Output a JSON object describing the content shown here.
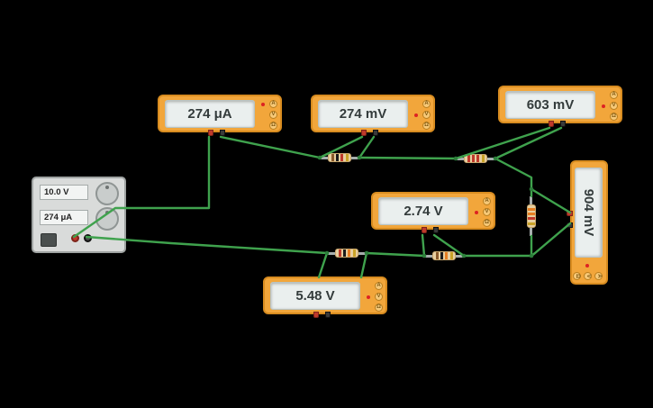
{
  "canvas": {
    "background": "#000000"
  },
  "colors": {
    "wire": "#3FA24D",
    "wire_junction": "#2D7F3B",
    "meter_body": "#F2A63B",
    "meter_border": "#D88C20",
    "meter_display_bg": "#EAEFEE",
    "meter_text": "#333B3B",
    "active_mode_indicator": "#DD2222",
    "psu_body": "#D9DBDA",
    "resistor_body": "#E8CFA0"
  },
  "power_supply": {
    "voltage_display": "10.0 V",
    "current_display": "274 μA"
  },
  "meter_modes": [
    "A",
    "V",
    "Ω"
  ],
  "meters": [
    {
      "reading": "274 μA",
      "active_mode": "A",
      "orientation": "horizontal"
    },
    {
      "reading": "274 mV",
      "active_mode": "V",
      "orientation": "horizontal"
    },
    {
      "reading": "603 mV",
      "active_mode": "V",
      "orientation": "horizontal"
    },
    {
      "reading": "2.74 V",
      "active_mode": "V",
      "orientation": "horizontal"
    },
    {
      "reading": "904 mV",
      "active_mode": "V",
      "orientation": "vertical"
    },
    {
      "reading": "5.48 V",
      "active_mode": "V",
      "orientation": "horizontal"
    }
  ],
  "resistors": [
    {
      "bands": [
        "#8A5A2B",
        "#1A1A1A",
        "#C0392B",
        "#C9A227"
      ]
    },
    {
      "bands": [
        "#C0392B",
        "#C0392B",
        "#C0392B",
        "#C9A227"
      ]
    },
    {
      "bands": [
        "#E67E22",
        "#E67E22",
        "#C0392B",
        "#C9A227"
      ]
    },
    {
      "bands": [
        "#C0392B",
        "#1A1A1A",
        "#E67E22",
        "#C9A227"
      ]
    },
    {
      "bands": [
        "#8A5A2B",
        "#1A1A1A",
        "#E67E22",
        "#C9A227"
      ]
    }
  ]
}
